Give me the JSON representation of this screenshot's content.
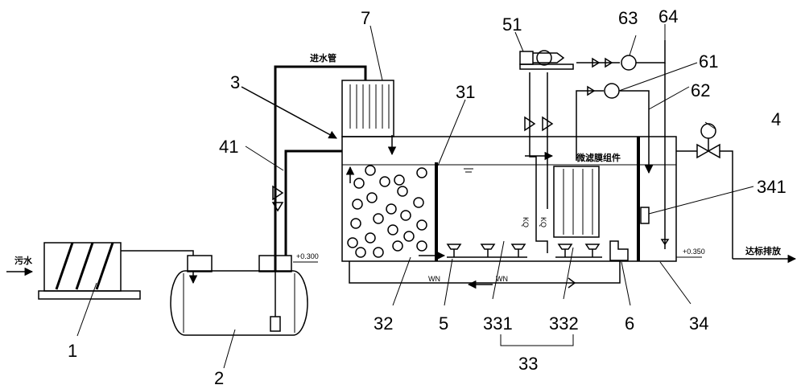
{
  "labels": {
    "inflow": "污水",
    "inlet_pipe": "进水管",
    "membrane_module": "微滤膜组件",
    "discharge": "达标排放",
    "level_1": "+0.300",
    "level_2": "+0.350",
    "pipe_wn_1": "WN",
    "pipe_wn_2": "WN",
    "pipe_kq_1": "KQ",
    "pipe_kq_2": "KQ"
  },
  "callouts": [
    "1",
    "2",
    "3",
    "4",
    "5",
    "6",
    "7",
    "31",
    "32",
    "33",
    "34",
    "41",
    "51",
    "61",
    "62",
    "63",
    "64",
    "331",
    "332",
    "341"
  ]
}
